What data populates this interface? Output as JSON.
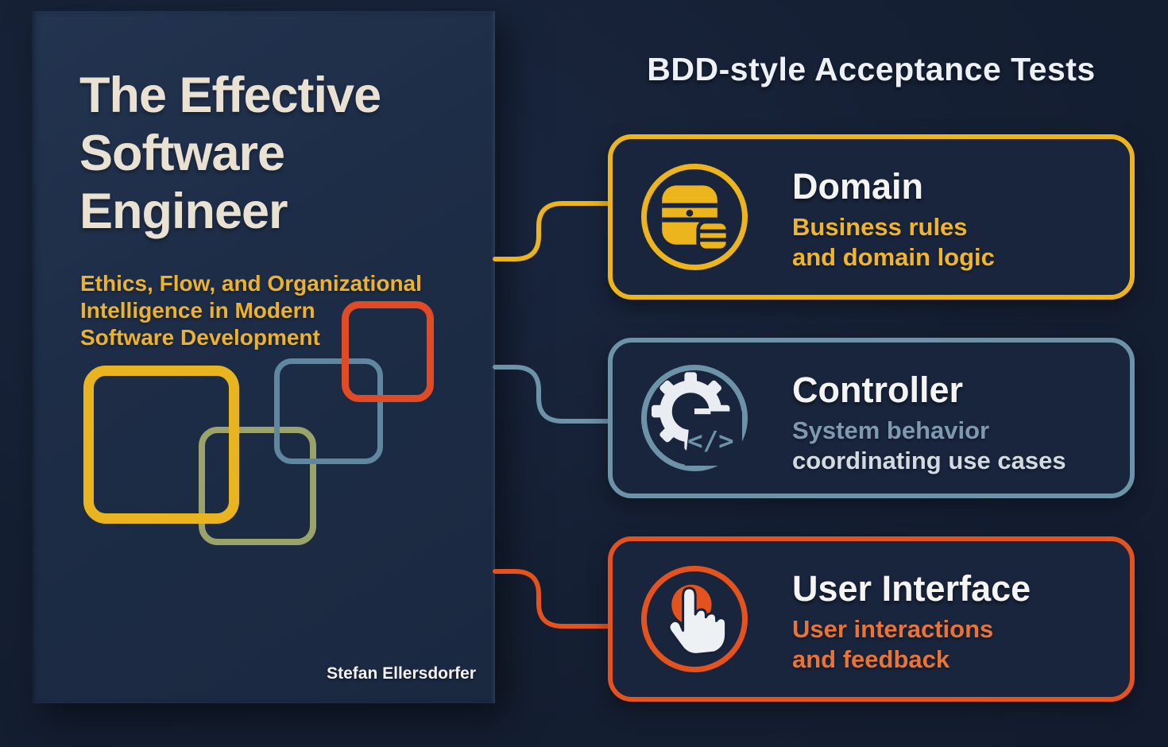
{
  "book": {
    "title_lines": [
      "The Effective",
      "Software",
      "Engineer"
    ],
    "subtitle_lines": [
      "Ethics, Flow, and Organizational",
      "Intelligence in Modern",
      "Software Development"
    ],
    "author": "Stefan Ellersdorfer",
    "title_color": "#e9e2d2",
    "subtitle_color": "#edb22b",
    "squares": [
      {
        "name": "yellow-square",
        "color": "#e8b41f"
      },
      {
        "name": "olive-square",
        "color": "#9aa36a"
      },
      {
        "name": "steel-blue-square",
        "color": "#5f87a0"
      },
      {
        "name": "red-square",
        "color": "#e04b26"
      }
    ]
  },
  "diagram": {
    "title": "BDD-style Acceptance Tests",
    "boxes": [
      {
        "title": "Domain",
        "subtitle_line1": "Business rules",
        "subtitle_line2": "and domain logic",
        "accent": "#ecb51d",
        "subtitle1_color": "#f1b52a",
        "subtitle2_color": "#f1b52a",
        "icon": "database-icon"
      },
      {
        "title": "Controller",
        "subtitle_line1": "System behavior",
        "subtitle_line2": "coordinating use cases",
        "accent": "#6d93a9",
        "subtitle1_color": "#7f9ab0",
        "subtitle2_color": "#d3dae0",
        "icon": "gear-code-icon",
        "code_glyph": "</>"
      },
      {
        "title": "User Interface",
        "subtitle_line1": "User interactions",
        "subtitle_line2": "and feedback",
        "accent": "#e4531d",
        "subtitle1_color": "#e87438",
        "subtitle2_color": "#e87438",
        "icon": "tap-hand-icon"
      }
    ]
  }
}
